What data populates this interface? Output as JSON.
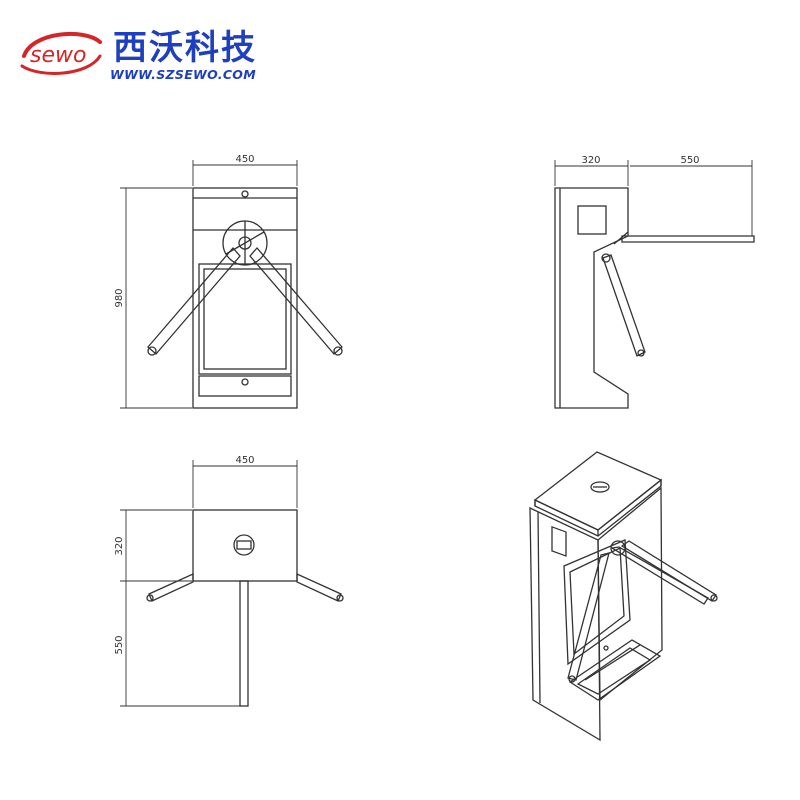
{
  "brand": {
    "logo_script": "sewo",
    "name_cn": "西沃科技",
    "url": "WWW.SZSEWO.COM",
    "logo_color": "#d42626",
    "text_color": "#1e3fbf"
  },
  "views": {
    "front": {
      "width_label": "450",
      "height_label": "980"
    },
    "side": {
      "depth_label": "320",
      "arm_label": "550"
    },
    "top": {
      "width_label": "450",
      "depth_label": "320",
      "arm_label": "550"
    },
    "isometric": {}
  },
  "line_color": "#333333"
}
